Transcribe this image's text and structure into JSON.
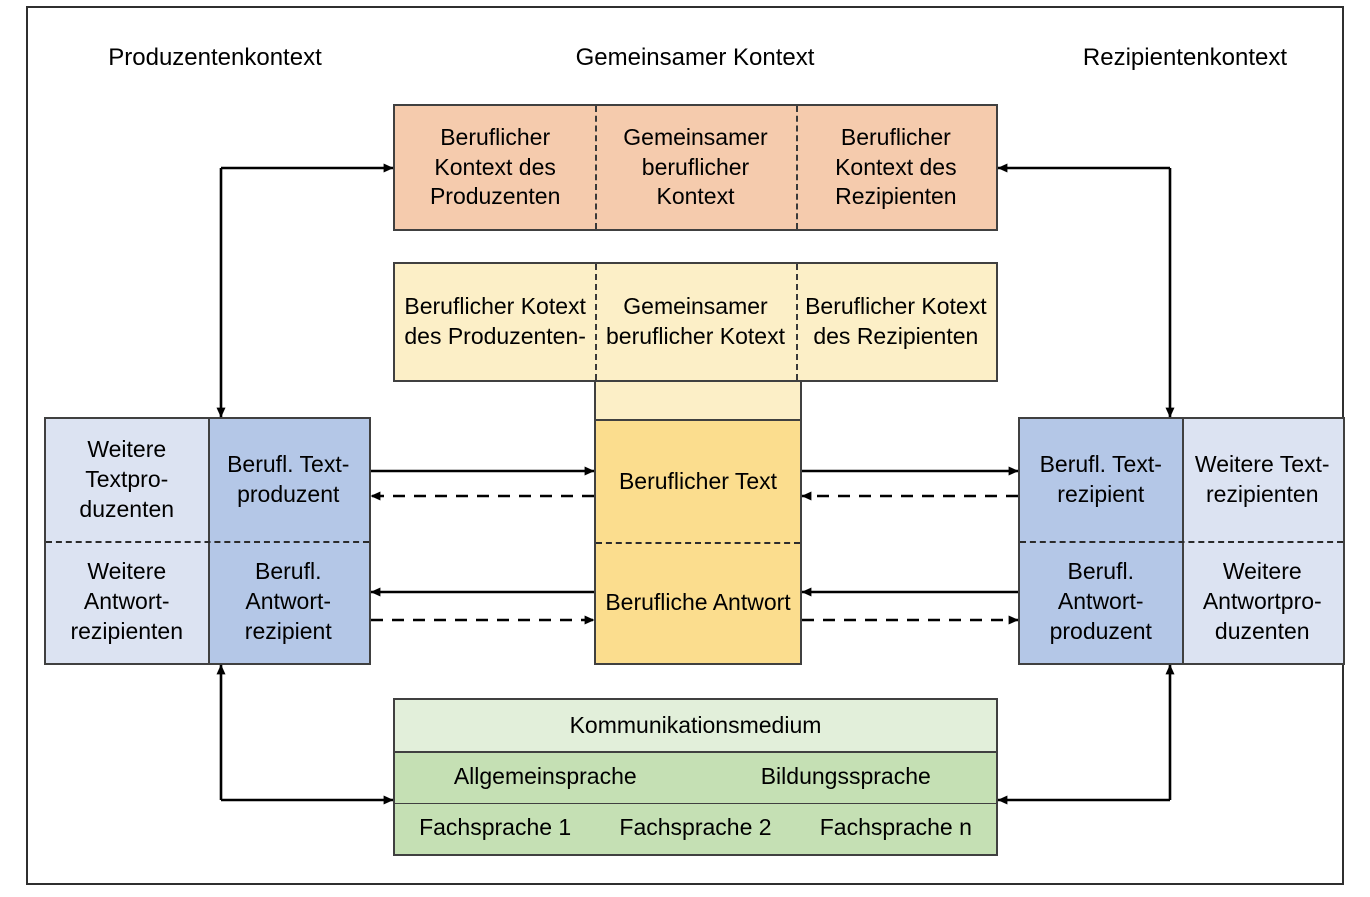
{
  "headers": [
    {
      "label": "Produzentenkontext"
    },
    {
      "label": "Gemeinsamer Kontext"
    },
    {
      "label": "Rezipientenkontext"
    }
  ],
  "context_row": {
    "color": "#F5CBAD",
    "cells": [
      {
        "label": "Beruflicher Kontext des Produzenten"
      },
      {
        "label": "Gemeinsamer beruflicher Kontext"
      },
      {
        "label": "Beruflicher Kontext des Rezipienten"
      }
    ]
  },
  "kotext_row": {
    "color": "#FCEFC7",
    "cells": [
      {
        "label": "Beruflicher Kotext des Produzenten-"
      },
      {
        "label": "Gemeinsamer beruflicher Kotext"
      },
      {
        "label": "Beruflicher Kotext des Rezipienten"
      }
    ]
  },
  "center_text_block": {
    "color": "#FBDD8E",
    "cells": [
      {
        "label": "Beruflicher Text"
      },
      {
        "label": "Berufliche Antwort"
      }
    ]
  },
  "producer_block": {
    "color_outer": "#DCE3F2",
    "color_inner": "#B4C7E7",
    "cells": [
      {
        "label": "Weitere Textpro- duzenten"
      },
      {
        "label": "Berufl. Text- produzent"
      },
      {
        "label": "Weitere Antwort- rezipienten"
      },
      {
        "label": "Berufl. Antwort- rezipient"
      }
    ]
  },
  "recipient_block": {
    "color_outer": "#DCE3F2",
    "color_inner": "#B4C7E7",
    "cells": [
      {
        "label": "Berufl. Text- rezipient"
      },
      {
        "label": "Weitere Text- rezipienten"
      },
      {
        "label": "Berufl. Antwort- produzent"
      },
      {
        "label": "Weitere Antwortpro- duzenten"
      }
    ]
  },
  "medium_block": {
    "color_top": "#E2EFDA",
    "color_body": "#C5E0B4",
    "title": "Kommunikationsmedium",
    "row2": [
      "Allgemeinsprache",
      "Bildungssprache"
    ],
    "row3": [
      "Fachsprache 1",
      "Fachsprache 2",
      "Fachsprache n"
    ]
  },
  "connectors": {
    "solid_label": "solid-arrow",
    "dashed_label": "dashed-arrow"
  }
}
